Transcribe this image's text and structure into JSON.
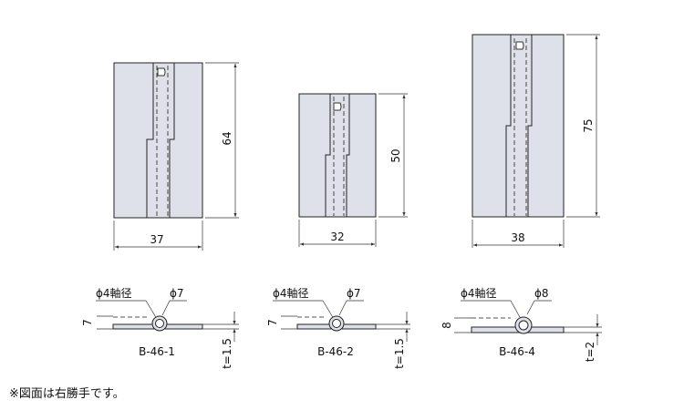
{
  "colors": {
    "part_fill": "#dfe1ea",
    "part_stroke": "#222222",
    "line": "#333333"
  },
  "front_views": [
    {
      "id": "b-46-1",
      "width_dim": "37",
      "height_dim": "64"
    },
    {
      "id": "b-46-2",
      "width_dim": "32",
      "height_dim": "50"
    },
    {
      "id": "b-46-4",
      "width_dim": "38",
      "height_dim": "75"
    }
  ],
  "side_views": [
    {
      "id": "b-46-1",
      "model": "B-46-1",
      "shaft_label": "ϕ4軸径",
      "diameter_label": "ϕ7",
      "height_dim": "7",
      "thickness": "t=1.5"
    },
    {
      "id": "b-46-2",
      "model": "B-46-2",
      "shaft_label": "ϕ4軸径",
      "diameter_label": "ϕ7",
      "height_dim": "7",
      "thickness": "t=1.5"
    },
    {
      "id": "b-46-4",
      "model": "B-46-4",
      "shaft_label": "ϕ4軸径",
      "diameter_label": "ϕ8",
      "height_dim": "8",
      "thickness": "t=2"
    }
  ],
  "footnote": "※図面は右勝手です。"
}
